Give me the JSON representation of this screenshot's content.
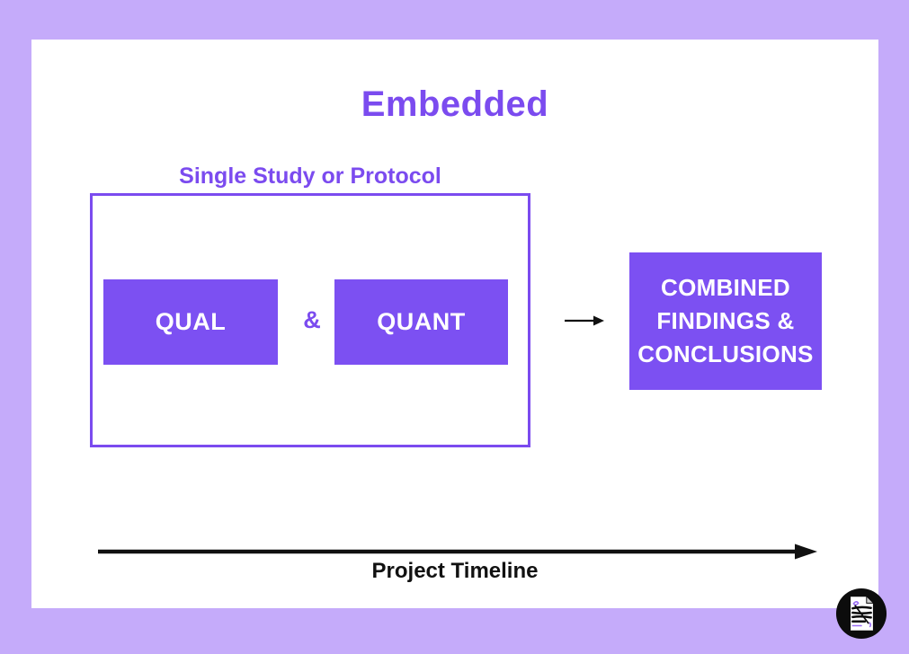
{
  "title": "Embedded",
  "colors": {
    "frame": "#c5abfa",
    "accent": "#7b4bef",
    "method_fill": "#7c50f2",
    "ink": "#111111",
    "logo_bg": "#0c0c0c",
    "logo_accent": "#9a6cf5"
  },
  "protocol": {
    "label": "Single Study or Protocol",
    "qual": "QUAL",
    "ampersand": "&",
    "quant": "QUANT"
  },
  "result_box": {
    "lines": [
      "COMBINED",
      "FINDINGS &",
      "CONCLUSIONS"
    ]
  },
  "timeline": {
    "label": "Project Timeline"
  },
  "icons": {
    "flow_arrow": "right-arrow",
    "timeline_arrow": "long-right-arrow",
    "logo": "scribbled-document-in-black-circle"
  }
}
